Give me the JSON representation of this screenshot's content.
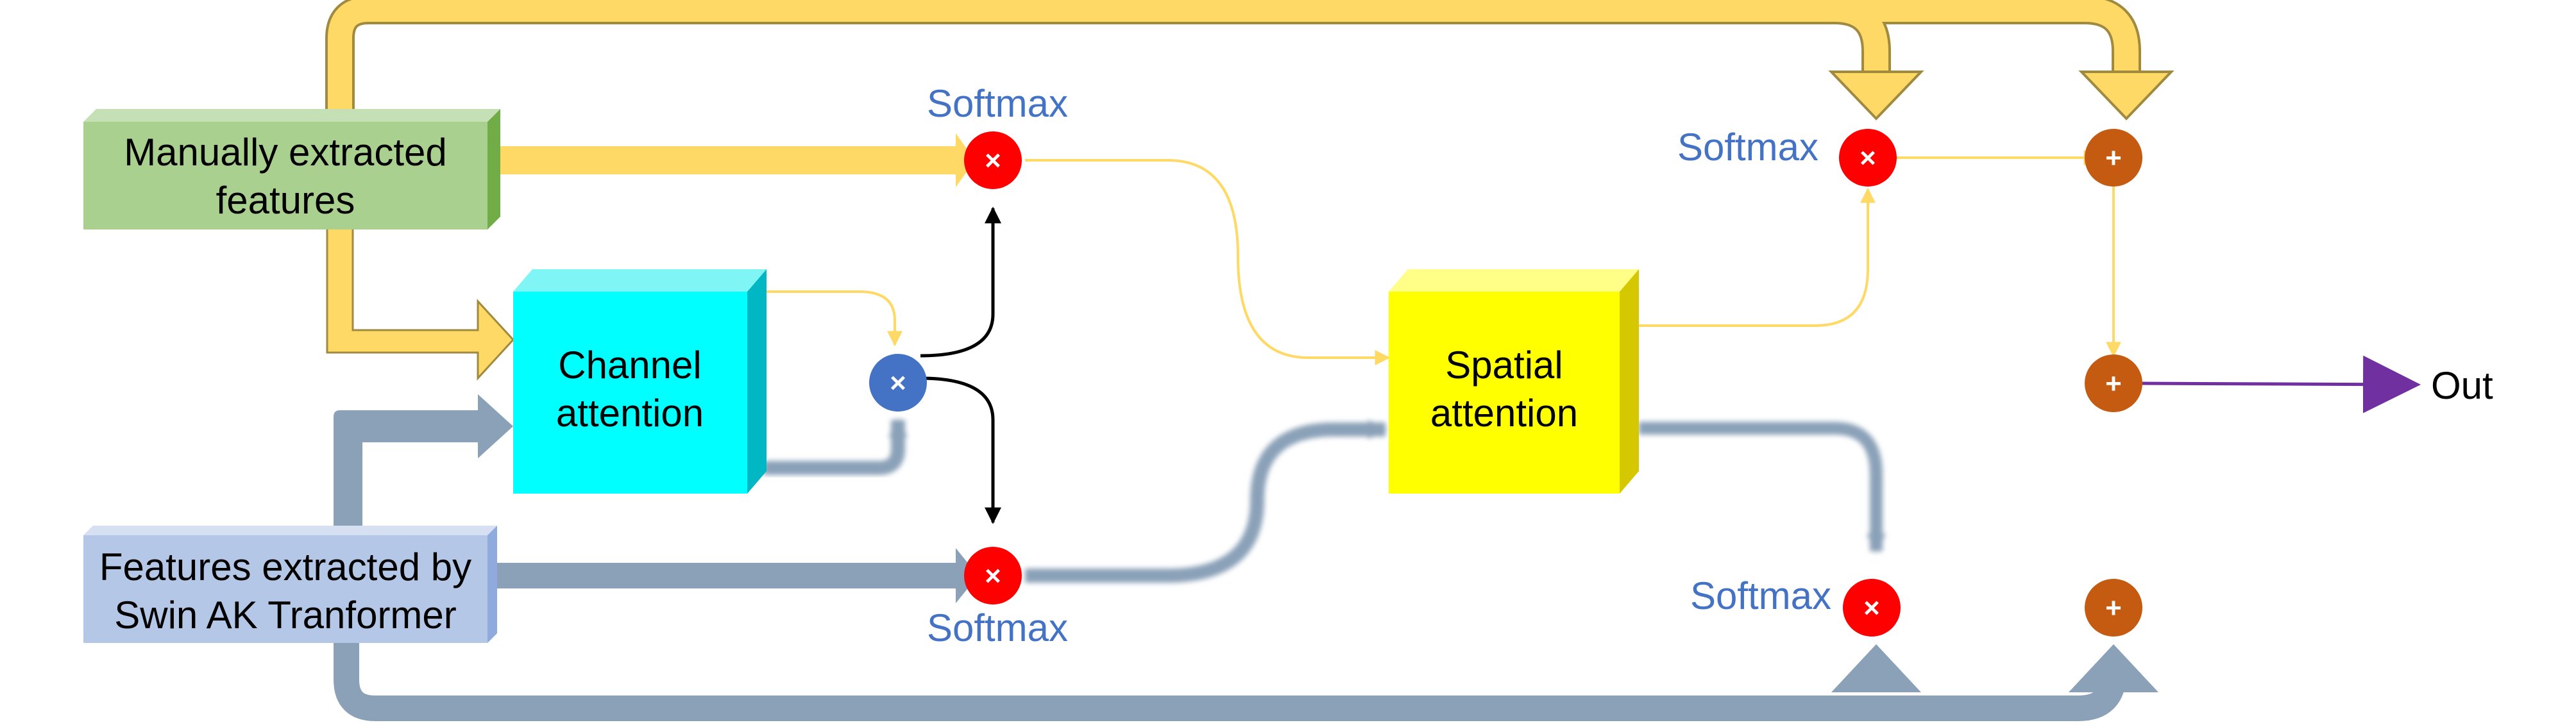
{
  "nodes": {
    "manual": {
      "line1": "Manually extracted",
      "line2": "features"
    },
    "swin": {
      "line1": "Features extracted by",
      "line2": "Swin AK Tranformer"
    },
    "channel": {
      "line1": "Channel",
      "line2": "attention"
    },
    "spatial": {
      "line1": "Spatial",
      "line2": "attention"
    }
  },
  "labels": {
    "softmax_top": "Softmax",
    "softmax_bottom": "Softmax",
    "softmax_right_top": "Softmax",
    "softmax_right_bottom": "Softmax",
    "out": "Out"
  },
  "operators": {
    "multiply": "×",
    "add": "+"
  },
  "colors": {
    "manual_box": "#a9d08e",
    "swin_box": "#b4c7e7",
    "channel_box": "#00ffff",
    "spatial_box": "#ffff00",
    "yellow_flow": "#ffd966",
    "blue_flow": "#8aa1b8",
    "multiply_red": "#ff0000",
    "multiply_blue": "#4472c4",
    "add_orange": "#c55a11",
    "out_arrow": "#7030a0",
    "label_blue": "#4472c4"
  }
}
